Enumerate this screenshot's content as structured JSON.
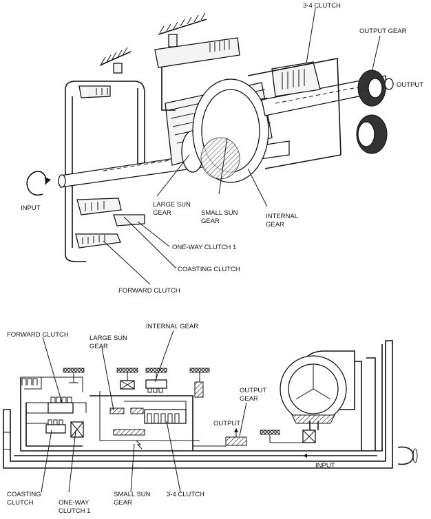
{
  "top_view": {
    "labels": {
      "clutch_34": "3-4 CLUTCH",
      "output_gear": "OUTPUT GEAR",
      "output": "OUTPUT",
      "input": "INPUT",
      "large_sun_gear_1": "LARGE SUN",
      "large_sun_gear_2": "GEAR",
      "small_sun_gear_1": "SMALL SUN",
      "small_sun_gear_2": "GEAR",
      "internal_gear_1": "INTERNAL",
      "internal_gear_2": "GEAR",
      "one_way_clutch_1": "ONE-WAY CLUTCH 1",
      "coasting_clutch": "COASTING CLUTCH",
      "forward_clutch": "FORWARD CLUTCH"
    }
  },
  "schematic": {
    "labels": {
      "forward_clutch": "FORWARD CLUTCH",
      "large_sun_gear_1": "LARGE SUN",
      "large_sun_gear_2": "GEAR",
      "internal_gear": "INTERNAL GEAR",
      "output_gear_1": "OUTPUT",
      "output_gear_2": "GEAR",
      "output": "OUTPUT",
      "input": "INPUT",
      "coasting_clutch_1": "COASTING",
      "coasting_clutch_2": "CLUTCH",
      "one_way_clutch_1_a": "ONE-WAY",
      "one_way_clutch_1_b": "CLUTCH 1",
      "small_sun_gear_1": "SMALL SUN",
      "small_sun_gear_2": "GEAR",
      "clutch_34": "3-4 CLUTCH"
    }
  }
}
